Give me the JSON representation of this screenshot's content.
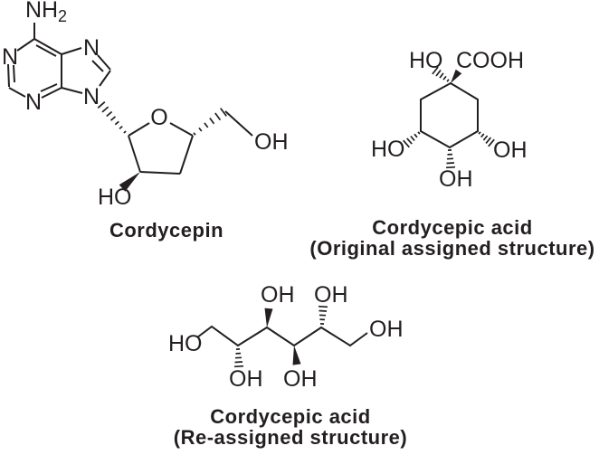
{
  "figure": {
    "background_color": "#ffffff",
    "ink_color": "#231f20"
  },
  "cordycepin": {
    "caption": "Cordycepin",
    "labels": {
      "amine": "NH",
      "amine_subscript": "2",
      "n1": "N",
      "n3": "N",
      "n7": "N",
      "n9": "N",
      "ring_oxygen": "O",
      "hydroxyl_3prime": "HO",
      "hydroxyl_5prime": "OH"
    }
  },
  "cordycepic_acid_original": {
    "caption_line1": "Cordycepic acid",
    "caption_line2": "(Original assigned structure)",
    "labels": {
      "hydroxyl_top": "HO",
      "carboxyl": "COOH",
      "hydroxyl_left": "HO",
      "hydroxyl_bottom": "OH",
      "hydroxyl_right": "OH"
    }
  },
  "cordycepic_acid_reassigned": {
    "caption_line1": "Cordycepic acid",
    "caption_line2": "(Re-assigned structure)",
    "labels": {
      "hydroxyl_left_end": "HO",
      "hydroxyl_c2_down": "OH",
      "hydroxyl_c3_up": "OH",
      "hydroxyl_c4_down": "OH",
      "hydroxyl_c5_up": "OH",
      "hydroxyl_right_end": "OH"
    }
  }
}
